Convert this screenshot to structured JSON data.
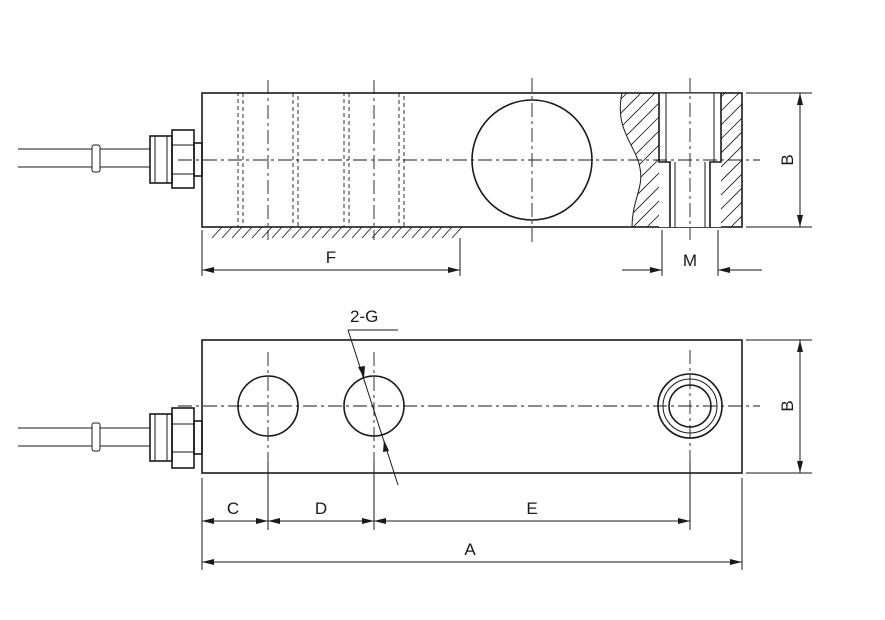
{
  "labels": {
    "A": "A",
    "B_top": "B",
    "B_bottom": "B",
    "C": "C",
    "D": "D",
    "E": "E",
    "F": "F",
    "M": "M",
    "G": "2-G"
  }
}
